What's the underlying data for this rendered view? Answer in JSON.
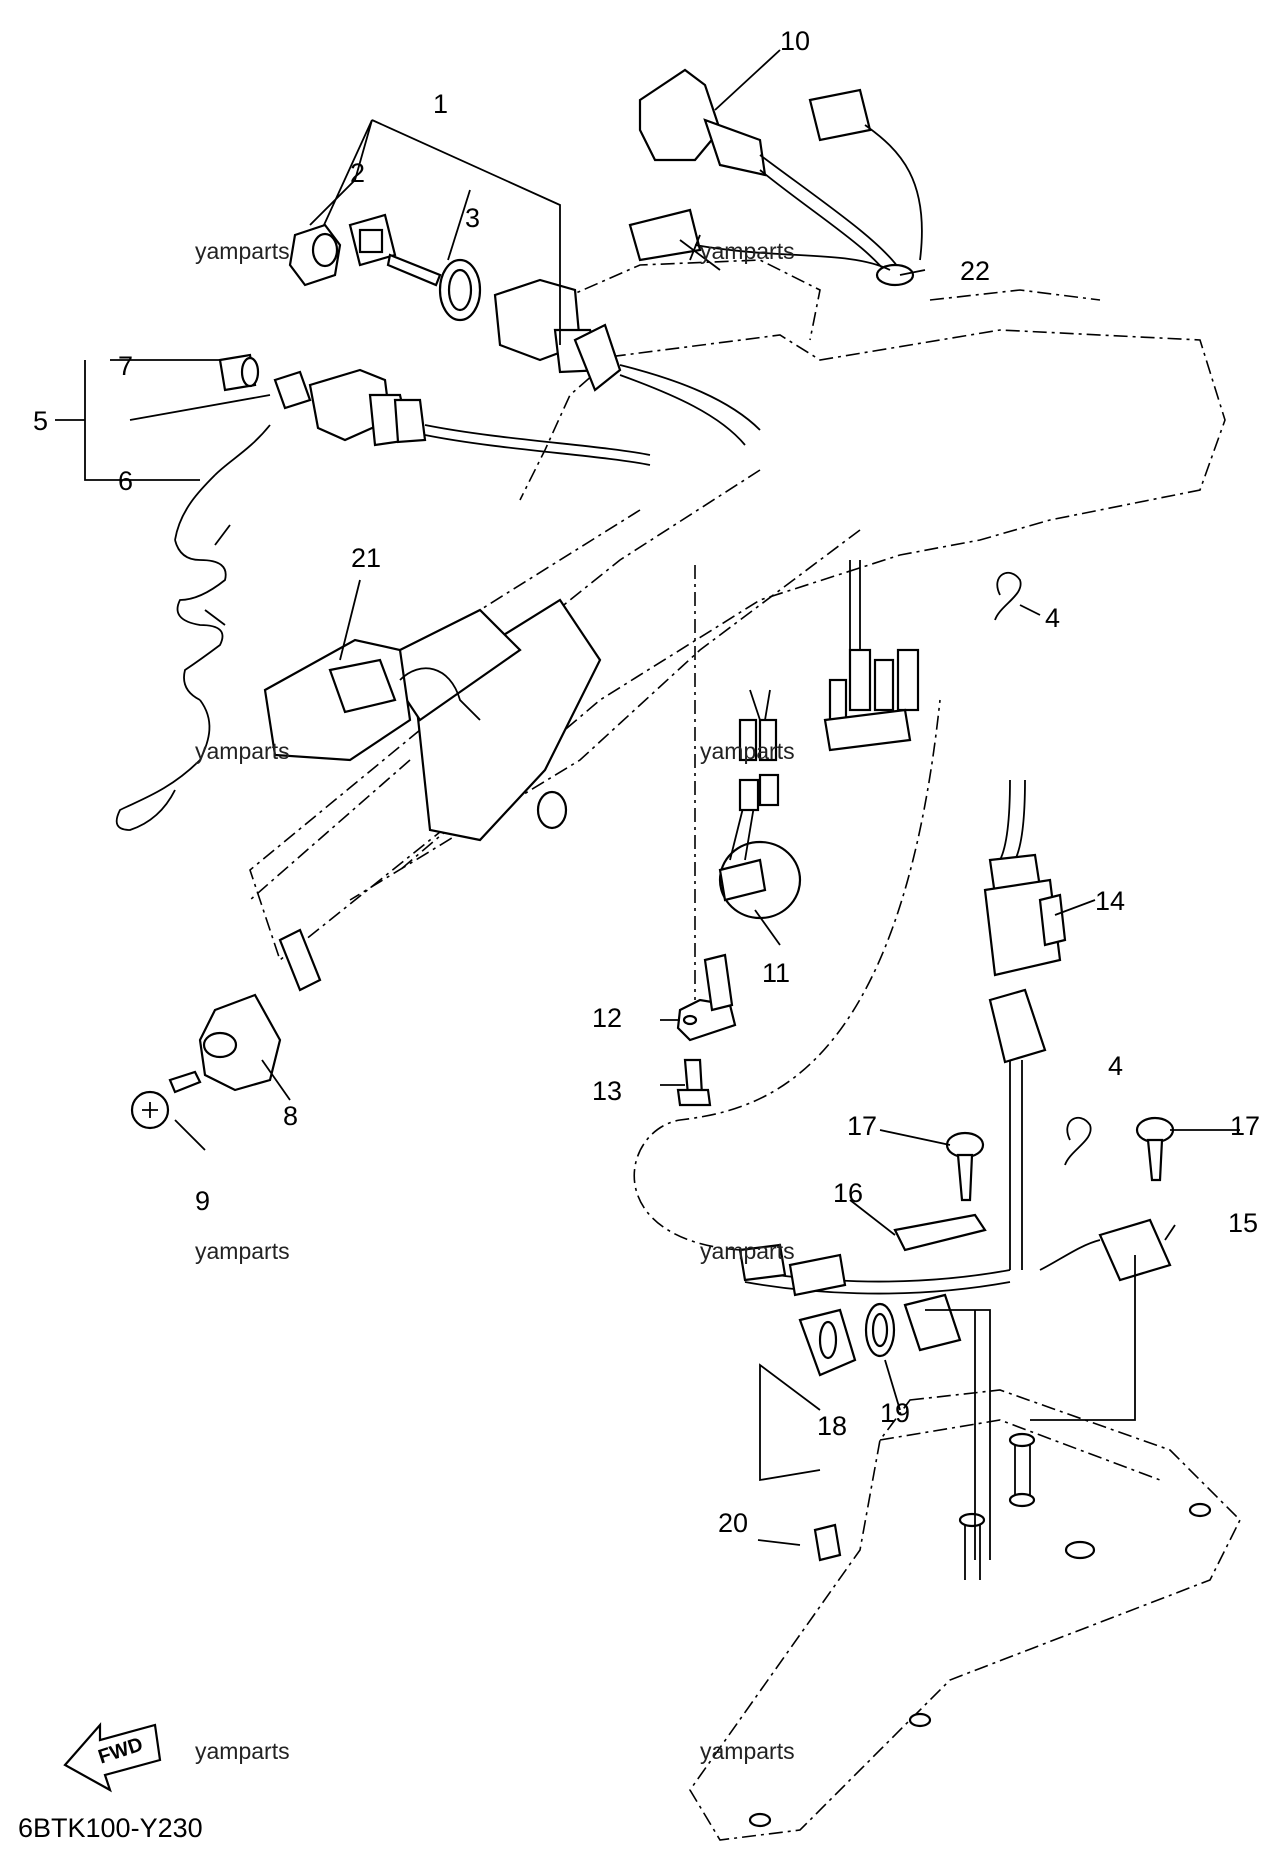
{
  "callouts": [
    {
      "id": "1",
      "text": "1"
    },
    {
      "id": "2",
      "text": "2"
    },
    {
      "id": "3",
      "text": "3"
    },
    {
      "id": "4a",
      "text": "4"
    },
    {
      "id": "4b",
      "text": "4"
    },
    {
      "id": "5",
      "text": "5"
    },
    {
      "id": "6",
      "text": "6"
    },
    {
      "id": "7",
      "text": "7"
    },
    {
      "id": "8",
      "text": "8"
    },
    {
      "id": "9",
      "text": "9"
    },
    {
      "id": "10",
      "text": "10"
    },
    {
      "id": "11",
      "text": "11"
    },
    {
      "id": "12",
      "text": "12"
    },
    {
      "id": "13",
      "text": "13"
    },
    {
      "id": "14",
      "text": "14"
    },
    {
      "id": "15",
      "text": "15"
    },
    {
      "id": "16",
      "text": "16"
    },
    {
      "id": "17a",
      "text": "17"
    },
    {
      "id": "17b",
      "text": "17"
    },
    {
      "id": "18",
      "text": "18"
    },
    {
      "id": "19",
      "text": "19"
    },
    {
      "id": "20",
      "text": "20"
    },
    {
      "id": "21",
      "text": "21"
    },
    {
      "id": "22",
      "text": "22"
    }
  ],
  "watermark": "yamparts",
  "diagram_code": "6BTK100-Y230",
  "fwd_label": "FWD"
}
